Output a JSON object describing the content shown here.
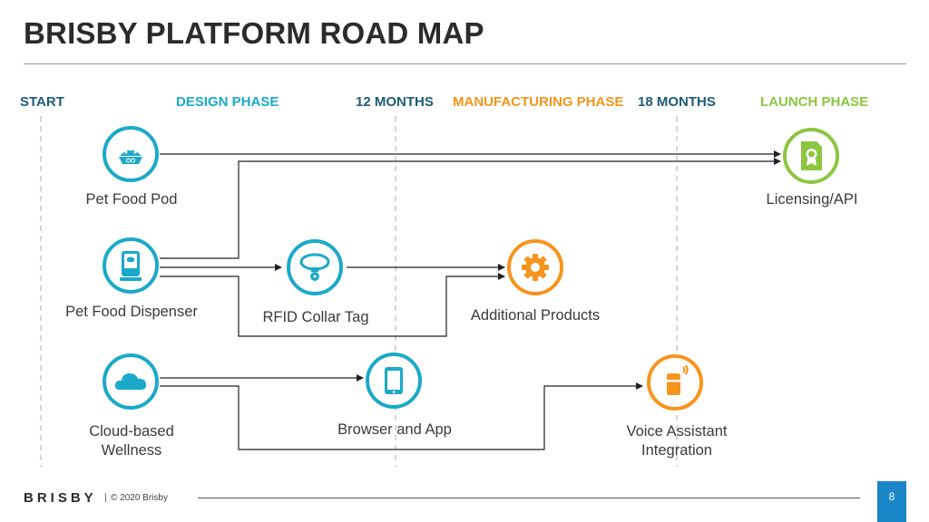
{
  "title": "BRISBY PLATFORM ROAD MAP",
  "phases": {
    "start": "START",
    "design": "DESIGN PHASE",
    "month12": "12 MONTHS",
    "manufacturing": "MANUFACTURING PHASE",
    "month18": "18 MONTHS",
    "launch": "LAUNCH PHASE"
  },
  "colors": {
    "navy": "#1d5b78",
    "blue": "#1ba9c9",
    "orange": "#f7941d",
    "green": "#8cc63f"
  },
  "nodes": {
    "pet_food_pod": {
      "label": "Pet Food Pod",
      "icon": "food-bowl-icon"
    },
    "pet_food_dispenser": {
      "label": "Pet Food Dispenser",
      "icon": "dispenser-icon"
    },
    "cloud_wellness": {
      "label_line1": "Cloud-based",
      "label_line2": "Wellness",
      "icon": "cloud-icon"
    },
    "rfid_collar_tag": {
      "label": "RFID Collar Tag",
      "icon": "collar-tag-icon"
    },
    "browser_app": {
      "label": "Browser  and App",
      "icon": "tablet-icon"
    },
    "additional_products": {
      "label": "Additional Products",
      "icon": "gear-icon"
    },
    "licensing_api": {
      "label": "Licensing/API",
      "icon": "certificate-icon"
    },
    "voice_assistant": {
      "label_line1": "Voice Assistant",
      "label_line2": "Integration",
      "icon": "smart-speaker-icon"
    }
  },
  "footer": {
    "brand": "BRISBY",
    "separator": "|",
    "copyright": "© 2020 Brisby",
    "page_number": "8"
  }
}
